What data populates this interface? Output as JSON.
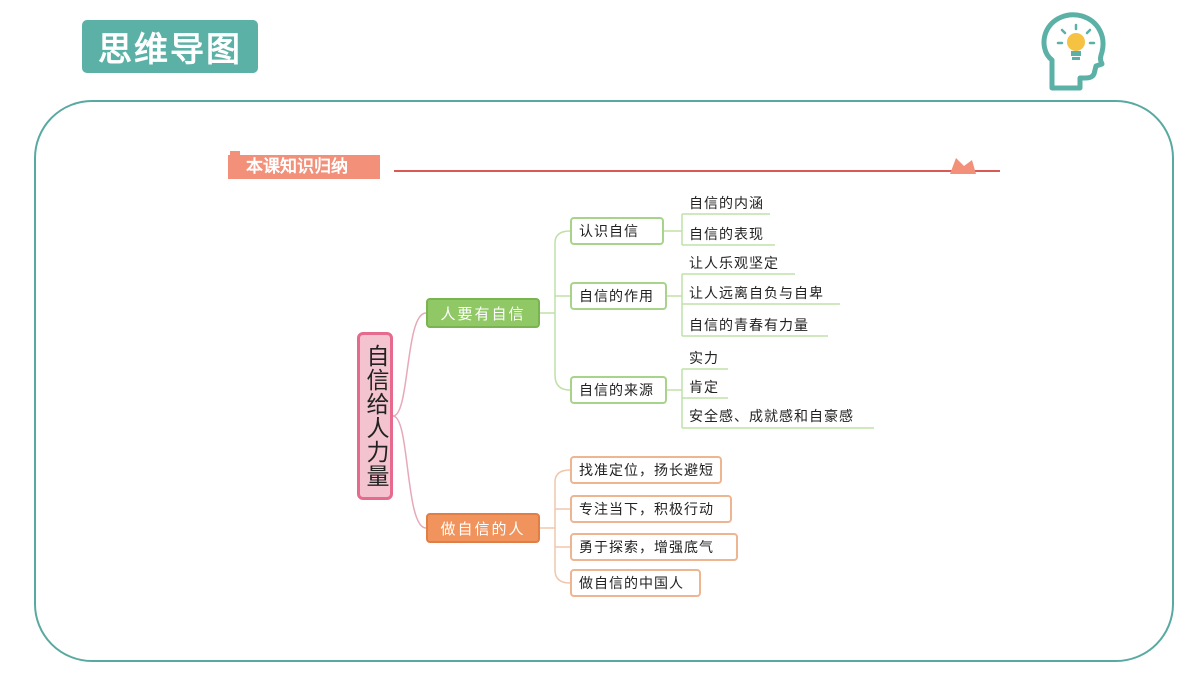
{
  "page": {
    "badge_title": "思维导图"
  },
  "section": {
    "header_title": "本课知识归纳"
  },
  "mindmap": {
    "root": "自信给人力量",
    "branches": [
      {
        "label": "人要有自信",
        "children": [
          {
            "label": "认识自信",
            "leaves": [
              "自信的内涵",
              "自信的表现"
            ]
          },
          {
            "label": "自信的作用",
            "leaves": [
              "让人乐观坚定",
              "让人远离自负与自卑",
              "自信的青春有力量"
            ]
          },
          {
            "label": "自信的来源",
            "leaves": [
              "实力",
              "肯定",
              "安全感、成就感和自豪感"
            ]
          }
        ]
      },
      {
        "label": "做自信的人",
        "children": [
          {
            "label": "找准定位，扬长避短"
          },
          {
            "label": "专注当下，积极行动"
          },
          {
            "label": "勇于探索，增强底气"
          },
          {
            "label": "做自信的中国人"
          }
        ]
      }
    ]
  },
  "colors": {
    "badge": "#5bb1a6",
    "frame": "#5aa9a0",
    "header": "#f2907a",
    "rule": "#d95a55",
    "root_fill": "#f3c4cf",
    "root_border": "#e66a8e",
    "branch_green": "#8fc864",
    "branch_orange": "#f0935c",
    "sub_green_border": "#a7d48a",
    "sub_orange_border": "#eeb592"
  },
  "icons": {
    "top_right": "head-lightbulb-icon",
    "header_decoration": "flag-icon"
  }
}
